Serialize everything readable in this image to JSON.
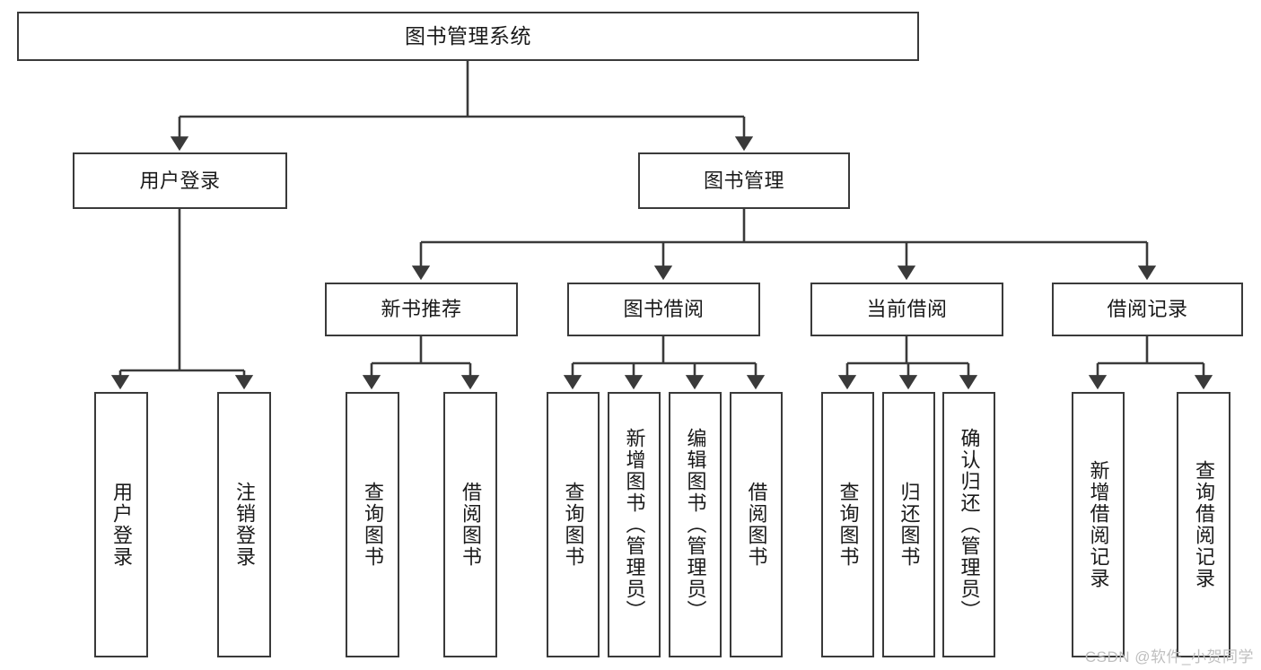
{
  "diagram": {
    "title": "图书管理系统",
    "type": "tree",
    "stroke_color": "#3a3a3a",
    "text_color": "#1a1a1a",
    "background_color": "#ffffff",
    "nodes": {
      "root": {
        "label": "图书管理系统"
      },
      "level2": [
        {
          "id": "user-login",
          "label": "用户登录"
        },
        {
          "id": "book-manage",
          "label": "图书管理"
        }
      ],
      "level3": [
        {
          "id": "new-book-recommend",
          "label": "新书推荐",
          "parent": "book-manage"
        },
        {
          "id": "book-borrow",
          "label": "图书借阅",
          "parent": "book-manage"
        },
        {
          "id": "current-borrow",
          "label": "当前借阅",
          "parent": "book-manage"
        },
        {
          "id": "borrow-record",
          "label": "借阅记录",
          "parent": "book-manage"
        }
      ],
      "leaves": [
        {
          "id": "leaf-user-login",
          "label": "用户登录",
          "parent": "user-login"
        },
        {
          "id": "leaf-logout-login",
          "label": "注销登录",
          "parent": "user-login"
        },
        {
          "id": "leaf-query-book-1",
          "label": "查询图书",
          "parent": "new-book-recommend"
        },
        {
          "id": "leaf-borrow-book-1",
          "label": "借阅图书",
          "parent": "new-book-recommend"
        },
        {
          "id": "leaf-query-book-2",
          "label": "查询图书",
          "parent": "book-borrow"
        },
        {
          "id": "leaf-add-book",
          "label": "新增图书（管理员）",
          "parent": "book-borrow"
        },
        {
          "id": "leaf-edit-book",
          "label": "编辑图书（管理员）",
          "parent": "book-borrow"
        },
        {
          "id": "leaf-borrow-book-2",
          "label": "借阅图书",
          "parent": "book-borrow"
        },
        {
          "id": "leaf-query-book-3",
          "label": "查询图书",
          "parent": "current-borrow"
        },
        {
          "id": "leaf-return-book",
          "label": "归还图书",
          "parent": "current-borrow"
        },
        {
          "id": "leaf-confirm-return",
          "label": "确认归还（管理员）",
          "parent": "current-borrow"
        },
        {
          "id": "leaf-add-record",
          "label": "新增借阅记录",
          "parent": "borrow-record"
        },
        {
          "id": "leaf-query-record",
          "label": "查询借阅记录",
          "parent": "borrow-record"
        }
      ]
    }
  },
  "watermark": {
    "text": "CSDN @软件_小贺同学"
  }
}
